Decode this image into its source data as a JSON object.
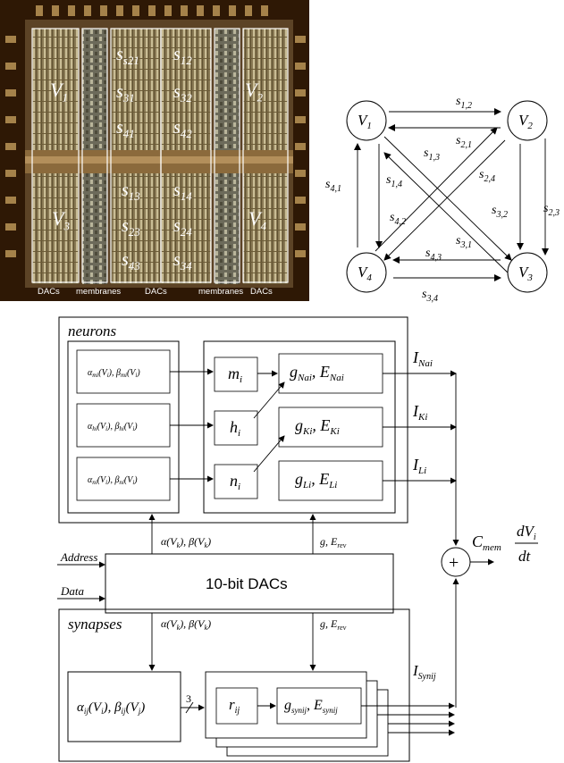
{
  "photo": {
    "top_labels": [
      "s21",
      "s12",
      "s31",
      "s32",
      "s41",
      "s42"
    ],
    "bottom_labels": [
      "s13",
      "s14",
      "s23",
      "s24",
      "s43",
      "s34"
    ],
    "v_labels": [
      "V1",
      "V2",
      "V3",
      "V4"
    ],
    "region_labels": [
      "DACs",
      "membranes",
      "DACs",
      "membranes",
      "DACs"
    ]
  },
  "graph": {
    "nodes": [
      {
        "id": "V1",
        "main": "V",
        "sub": "1"
      },
      {
        "id": "V2",
        "main": "V",
        "sub": "2"
      },
      {
        "id": "V3",
        "main": "V",
        "sub": "3"
      },
      {
        "id": "V4",
        "main": "V",
        "sub": "4"
      }
    ],
    "edges": [
      {
        "main": "s",
        "sub": "1,2"
      },
      {
        "main": "s",
        "sub": "2,1"
      },
      {
        "main": "s",
        "sub": "1,3"
      },
      {
        "main": "s",
        "sub": "1,4"
      },
      {
        "main": "s",
        "sub": "4,1"
      },
      {
        "main": "s",
        "sub": "2,4"
      },
      {
        "main": "s",
        "sub": "4,2"
      },
      {
        "main": "s",
        "sub": "3,2"
      },
      {
        "main": "s",
        "sub": "2,3"
      },
      {
        "main": "s",
        "sub": "3,1"
      },
      {
        "main": "s",
        "sub": "4,3"
      },
      {
        "main": "s",
        "sub": "3,4"
      }
    ]
  },
  "neurons": {
    "title": "neurons",
    "rate_rows": [
      {
        "a": "mi",
        "b": "mi"
      },
      {
        "a": "hi",
        "b": "hi"
      },
      {
        "a": "ni",
        "b": "ni"
      }
    ],
    "gates": [
      "m",
      "h",
      "n"
    ],
    "gate_sub": "i",
    "channels": [
      {
        "g": "Nai",
        "e": "Nai",
        "i": "Nai"
      },
      {
        "g": "Ki",
        "e": "Ki",
        "i": "Ki"
      },
      {
        "g": "Li",
        "e": "Li",
        "i": "Li"
      }
    ]
  },
  "dac": {
    "label": "10-bit DACs",
    "address": "Address",
    "data": "Data",
    "alpha_beta": "α(V_k), β(V_k)",
    "g_erev": "g, E_rev"
  },
  "synapses": {
    "title": "synapses",
    "rate": "α_ij(V_i), β_ij(V_j)",
    "bus_width": "3",
    "r_main": "r",
    "r_sub": "ij",
    "g_sub": "synij",
    "current_sub": "Synij"
  },
  "output": {
    "plus": "+",
    "c_main": "C",
    "c_sub": "mem",
    "num": "dV",
    "num_sub": "i",
    "den": "dt"
  }
}
